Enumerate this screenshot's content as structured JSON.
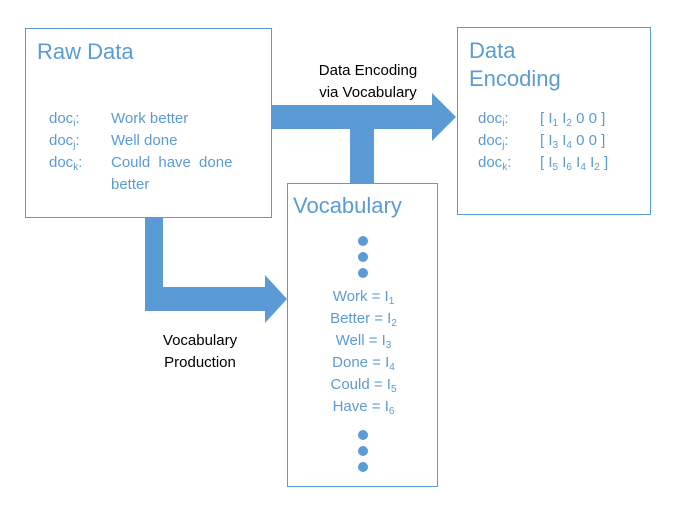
{
  "raw_data": {
    "title": "Raw Data",
    "rows": [
      {
        "doc": "doc",
        "sub": "i",
        "text": "Work better"
      },
      {
        "doc": "doc",
        "sub": "j",
        "text": "Well done"
      },
      {
        "doc": "doc",
        "sub": "k",
        "text": "Could have done",
        "text2": "better"
      }
    ]
  },
  "data_encoding": {
    "title_line1": "Data",
    "title_line2": "Encoding",
    "rows": [
      {
        "doc": "doc",
        "sub": "i",
        "vec": [
          [
            "I",
            "1"
          ],
          [
            "I",
            "2"
          ]
        ],
        "tail": "0 0 ]"
      },
      {
        "doc": "doc",
        "sub": "j",
        "vec": [
          [
            "I",
            "3"
          ],
          [
            "I",
            "4"
          ]
        ],
        "tail": "0 0 ]"
      },
      {
        "doc": "doc",
        "sub": "k",
        "vec": [
          [
            "I",
            "5"
          ],
          [
            "I",
            "6"
          ],
          [
            "I",
            "4"
          ],
          [
            "I",
            "2"
          ]
        ],
        "tail": "]"
      }
    ]
  },
  "vocabulary": {
    "title": "Vocabulary",
    "entries": [
      {
        "word": "Work = I",
        "sub": "1"
      },
      {
        "word": "Better = I",
        "sub": "2"
      },
      {
        "word": "Well = I",
        "sub": "3"
      },
      {
        "word": "Done = I",
        "sub": "4"
      },
      {
        "word": "Could = I",
        "sub": "5"
      },
      {
        "word": "Have = I",
        "sub": "6"
      }
    ]
  },
  "labels": {
    "encoding_line1": "Data Encoding",
    "encoding_line2": "via Vocabulary",
    "production_line1": "Vocabulary",
    "production_line2": "Production"
  },
  "colors": {
    "accent": "#5b9bd5",
    "arrow": "#5b9bd5"
  }
}
